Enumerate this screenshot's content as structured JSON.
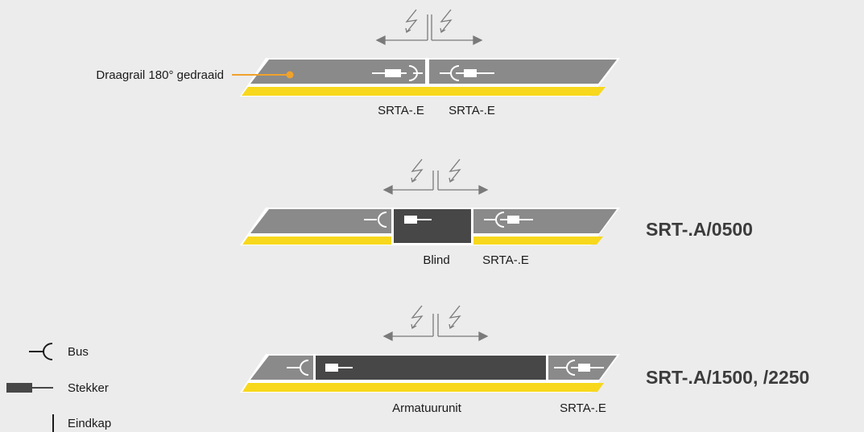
{
  "callout": {
    "label": "Draagrail 180° gedraaid",
    "color": "#f0a22b"
  },
  "rows": [
    {
      "left_label": "SRTA-.E",
      "right_label": "SRTA-.E",
      "model": ""
    },
    {
      "left_label": "Blind",
      "right_label": "SRTA-.E",
      "model": "SRT-.A/0500"
    },
    {
      "left_label": "Armatuurunit",
      "right_label": "SRTA-.E",
      "model": "SRT-.A/1500, /2250"
    }
  ],
  "legend": [
    {
      "icon": "bus-socket-icon",
      "label": "Bus"
    },
    {
      "icon": "plug-icon",
      "label": "Stekker"
    },
    {
      "icon": "end-cap-icon",
      "label": "Eindkap"
    }
  ],
  "colors": {
    "background": "#ececec",
    "rail_grey": "#8a8a8a",
    "unit_dark": "#474747",
    "yellow_stripe": "#f7d81d",
    "accent_orange": "#f0a22b",
    "text": "#1a1a1a"
  }
}
